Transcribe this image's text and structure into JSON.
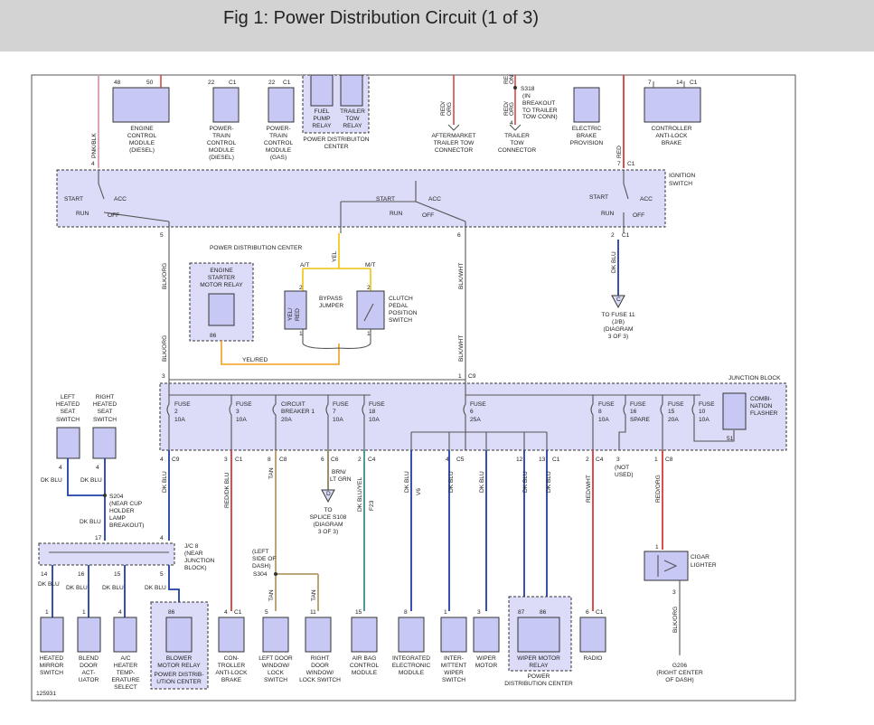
{
  "header": {
    "title": "Fig 1: Power Distribution Circuit (1 of 3)"
  },
  "colors": {
    "header_bg": "#d3d3d3",
    "component_fill": "#c8c8f4",
    "block_fill": "#dcdcf8",
    "wire_red": "#d63a3a",
    "wire_blue": "#1f3fa8",
    "wire_yellow": "#f2c20f",
    "wire_orange": "#f29f1f",
    "wire_tan": "#b49a68",
    "wire_teal": "#3a8c96",
    "wire_pink": "#d99ab3",
    "wire_gray": "#888888"
  },
  "diagram": {
    "diagram_number": "125931",
    "top_components": {
      "ecm": {
        "pins": [
          "48",
          "50"
        ],
        "label": [
          "ENGINE",
          "CONTROL",
          "MODULE",
          "(DIESEL)"
        ],
        "wire": "PNK/BLK",
        "pin": "4"
      },
      "pcm_diesel": {
        "pins": [
          "22",
          "C1"
        ],
        "label": [
          "POWER-",
          "TRAIN",
          "CONTROL",
          "MODULE",
          "(DIESEL)"
        ]
      },
      "pcm_gas": {
        "pins": [
          "22",
          "C1"
        ],
        "label": [
          "POWER-",
          "TRAIN",
          "CONTROL",
          "MODULE",
          "(GAS)"
        ]
      },
      "pdc_top": {
        "fuel": [
          "FUEL",
          "PUMP",
          "RELAY"
        ],
        "trailer": [
          "TRAILER",
          "TOW",
          "RELAY"
        ],
        "label": [
          "POWER DISTRIBUITON",
          "CENTER"
        ]
      },
      "aftermarket": {
        "wire": [
          "RED/",
          "ORG"
        ],
        "label": [
          "AFTERMARKET",
          "TRAILER TOW",
          "CONNECTOR"
        ]
      },
      "trailer_tow": {
        "wire": [
          "RED/",
          "ORG"
        ],
        "splice": "S318",
        "note": [
          "(IN",
          "BREAKOUT",
          "TO TRAILER",
          "TOW CONN)"
        ],
        "pins": [
          "RE",
          "ON"
        ],
        "pin": "4",
        "label": [
          "TRAILER",
          "TOW",
          "CONNECTOR"
        ]
      },
      "brake": {
        "label": [
          "ELECTRIC",
          "BRAKE",
          "PROVISION"
        ]
      },
      "abs": {
        "pins": [
          "7",
          "14",
          "C1"
        ],
        "label": [
          "CONTROLLER",
          "ANTI-LOCK",
          "BRAKE"
        ]
      },
      "red_wire": {
        "wire": "RED",
        "pins": [
          "7",
          "C1"
        ]
      }
    },
    "ignition_switch": {
      "label": [
        "IGNITION",
        "SWITCH"
      ],
      "positions": {
        "start": "START",
        "acc": "ACC",
        "run": "RUN",
        "off": "OFF"
      },
      "bottom_pins": {
        "p5": "5",
        "p6": "6",
        "p2": "2",
        "c1": "C1"
      }
    },
    "middle": {
      "blk_org": "BLK/ORG",
      "yel": "YEL",
      "blk_wht": "BLK/WHT",
      "dk_blu": "DK BLU",
      "pdc_label": [
        "POWER DISTRIBUTION CENTER"
      ],
      "starter_relay": [
        "ENGINE",
        "STARTER",
        "MOTOR RELAY"
      ],
      "starter_pin": "86",
      "at": "A/T",
      "mt": "M/T",
      "bypass": [
        "BYPASS",
        "JUMPER"
      ],
      "bypass_wire": [
        "YEL/",
        "RED"
      ],
      "clutch": [
        "CLUTCH",
        "PEDAL",
        "POSITION",
        "SWITCH"
      ],
      "pin2": "2",
      "pin1": "1",
      "yel_red": "YEL/RED",
      "to_fuse": [
        "TO FUSE 11",
        "(J/B)",
        "(DIAGRAM",
        "3 OF 3)"
      ],
      "conn_c": "C",
      "jb_pins": {
        "p3": "3",
        "p1": "1",
        "c9": "C9"
      }
    },
    "junction_block": {
      "label": "JUNCTION BLOCK",
      "fuses": [
        [
          "FUSE",
          "2",
          "10A"
        ],
        [
          "FUSE",
          "3",
          "10A"
        ],
        [
          "CIRCUIT",
          "BREAKER 1",
          "20A"
        ],
        [
          "FUSE",
          "7",
          "10A"
        ],
        [
          "FUSE",
          "18",
          "10A"
        ],
        [
          "FUSE",
          "6",
          "25A"
        ],
        [
          "FUSE",
          "8",
          "10A"
        ],
        [
          "FUSE",
          "16",
          "SPARE"
        ],
        [
          "FUSE",
          "15",
          "20A"
        ],
        [
          "FUSE",
          "10",
          "10A"
        ]
      ],
      "flasher": [
        "COMBI-",
        "NATION",
        "FLASHER"
      ],
      "flasher_pin": "51"
    },
    "outputs": {
      "pins": [
        [
          "4",
          "C9"
        ],
        [
          "3",
          "C1"
        ],
        [
          "8",
          "C8"
        ],
        [
          "6",
          "C6"
        ],
        [
          "2",
          "C4"
        ],
        [
          "4",
          "C5"
        ],
        [
          "12"
        ],
        [
          "13",
          "C1"
        ],
        [
          "2",
          "C4"
        ],
        [
          "3"
        ],
        [
          "1",
          "C8"
        ]
      ],
      "wires": {
        "dk_blu": "DK BLU",
        "red_dk_blu": "RED/DK BLU",
        "tan": "TAN",
        "brn_lt_grn": [
          "BRN/",
          "LT GRN"
        ],
        "dk_blu_yel": "DK BLU/YEL",
        "f23": "F23",
        "v6": "V6",
        "red_wht": "RED/WHT",
        "red_org": "RED/ORG",
        "blk_org": "BLK/ORG"
      },
      "not_used": [
        "(NOT",
        "USED)"
      ],
      "conn_d": "D",
      "to_splice": [
        "TO",
        "SPLICE S108",
        "(DIAGRAM",
        "3 OF 3)"
      ],
      "left_seat": [
        "LEFT",
        "HEATED",
        "SEAT",
        "SWITCH"
      ],
      "right_seat": [
        "RIGHT",
        "HEATED",
        "SEAT",
        "SWITCH"
      ],
      "s204": [
        "S204",
        "(NEAR CUP",
        "HOLDER",
        "LAMP",
        "BREAKOUT)"
      ],
      "jc8": [
        "J/C 8",
        "(NEAR",
        "JUNCTION",
        "BLOCK)"
      ],
      "jc_pins": [
        "17",
        "4",
        "14",
        "16",
        "15",
        "5"
      ],
      "s304": [
        "(LEFT",
        "SIDE OF",
        "DASH)",
        "S304"
      ],
      "cigar": [
        "CIGAR",
        "LIGHTER"
      ],
      "g206": [
        "G206",
        "(RIGHT CENTER",
        "OF DASH)"
      ]
    },
    "bottom_components": [
      [
        "HEATED",
        "MIRROR",
        "SWITCH"
      ],
      [
        "BLEND",
        "DOOR",
        "ACT-",
        "UATOR"
      ],
      [
        "A/C",
        "HEATER",
        "TEMP-",
        "ERATURE",
        "SELECT"
      ],
      [
        "BLOWER",
        "MOTOR RELAY"
      ],
      [
        "POWER DISTRIB-",
        "UTION CENTER"
      ],
      [
        "CON-",
        "TROLLER",
        "ANTI-LOCK",
        "BRAKE"
      ],
      [
        "LEFT DOOR",
        "WINDOW/",
        "LOCK",
        "SWITCH"
      ],
      [
        "RIGHT",
        "DOOR",
        "WINDOW/",
        "LOCK SWITCH"
      ],
      [
        "AIR BAG",
        "CONTROL",
        "MODULE"
      ],
      [
        "INTEGRATED",
        "ELECTRONIC",
        "MODULE"
      ],
      [
        "INTER-",
        "MITTENT",
        "WIPER",
        "SWITCH"
      ],
      [
        "WIPER",
        "MOTOR"
      ],
      [
        "WIPER MOTOR",
        "RELAY"
      ],
      [
        "POWER",
        "DISTRIBUTION CENTER"
      ],
      [
        "RADIO"
      ]
    ],
    "bottom_pins": [
      "1",
      "1",
      "4",
      "86",
      "4",
      "C1",
      "5",
      "11",
      "15",
      "8",
      "1",
      "3",
      "87",
      "86",
      "6",
      "C1",
      "1",
      "3"
    ]
  }
}
